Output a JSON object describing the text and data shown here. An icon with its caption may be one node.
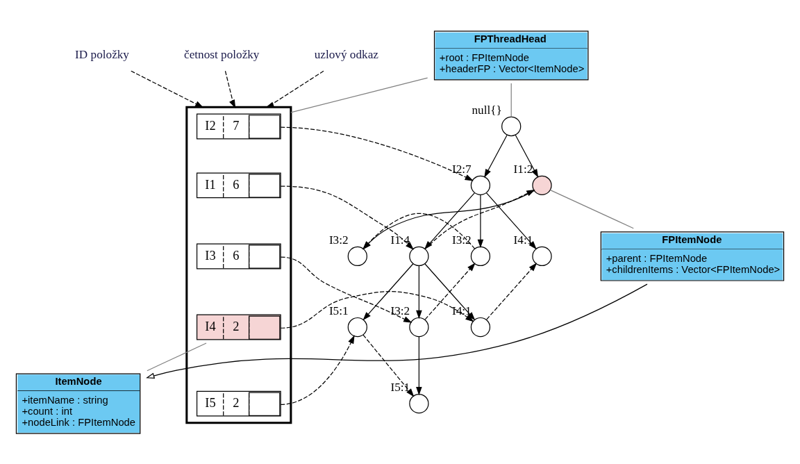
{
  "diagram": {
    "nodes": [
      {
        "text": [
          "FPThreadHead",
          "+root : FPItemNode",
          "+headerFP : Vector<ItemNode>"
        ]
      },
      {
        "text": [],
        "shape": "box"
      },
      {
        "text": [
          "I2",
          "7"
        ],
        "in": 1
      },
      {
        "text": [
          "I1",
          "6"
        ],
        "in": 1
      },
      {
        "text": [
          "I3",
          "6"
        ],
        "in": 1
      },
      {
        "text": [
          "I4",
          "2"
        ],
        "in": 1
      },
      {
        "text": [
          "I5",
          "2"
        ],
        "in": 1
      },
      {
        "text": [],
        "shape": "circle",
        "beside": [
          "null{}"
        ]
      },
      {
        "text": [],
        "shape": "circle",
        "beside": [
          "I2:7"
        ]
      },
      {
        "text": [],
        "shape": "circle",
        "beside": [
          "I1:2"
        ]
      },
      {
        "text": [],
        "shape": "circle",
        "beside": [
          "I1:4"
        ]
      },
      {
        "text": [],
        "shape": "circle",
        "beside": [
          "I3:2"
        ]
      },
      {
        "text": [],
        "shape": "circle",
        "beside": [
          "I4:1"
        ]
      },
      {
        "text": [],
        "shape": "circle",
        "beside": [
          "I3:2"
        ]
      },
      {
        "text": [],
        "shape": "circle",
        "beside": [
          "I5:1"
        ]
      },
      {
        "text": [],
        "shape": "circle",
        "beside": [
          "I3:2"
        ]
      },
      {
        "text": [],
        "shape": "circle",
        "beside": [
          "I4:1"
        ]
      },
      {
        "text": [],
        "shape": "circle",
        "beside": [
          "I5:1"
        ]
      },
      {
        "text": [
          "FPItemNode",
          "+parent : FPItemNode",
          "+childrenItems : Vector<FPItemNode>"
        ]
      },
      {
        "text": [
          "ItemNode",
          "+itemName : string",
          "+count : int",
          "+nodeLink : FPItemNode"
        ]
      },
      {
        "text": [
          "ID položky"
        ]
      },
      {
        "text": [
          "četnost položky"
        ]
      },
      {
        "text": [
          "uzlový odkaz"
        ]
      }
    ],
    "edges": [
      {
        "from": 0,
        "to": 1,
        "arrow": "none",
        "color": "#808080"
      },
      {
        "from": 0,
        "to": 7,
        "arrow": "none",
        "color": "#808080"
      },
      {
        "from": 7,
        "to": 8,
        "arrow": "to"
      },
      {
        "from": 7,
        "to": 9,
        "arrow": "to"
      },
      {
        "from": 8,
        "to": 10,
        "arrow": "to"
      },
      {
        "from": 8,
        "to": 11,
        "arrow": "to"
      },
      {
        "from": 8,
        "to": 12,
        "arrow": "to"
      },
      {
        "from": 9,
        "to": 13,
        "arrow": "to"
      },
      {
        "from": 10,
        "to": 14,
        "arrow": "to"
      },
      {
        "from": 10,
        "to": 15,
        "arrow": "to"
      },
      {
        "from": 10,
        "to": 16,
        "arrow": "to"
      },
      {
        "from": 15,
        "to": 17,
        "arrow": "to"
      },
      {
        "from": 2,
        "to": 8,
        "arrow": "to",
        "style": "dashed"
      },
      {
        "from": 3,
        "to": 10,
        "arrow": "to",
        "style": "dashed"
      },
      {
        "from": 10,
        "to": 9,
        "arrow": "to",
        "style": "dashed"
      },
      {
        "from": 4,
        "to": 15,
        "arrow": "to",
        "style": "dashed"
      },
      {
        "from": 15,
        "to": 11,
        "arrow": "to",
        "style": "dashed"
      },
      {
        "from": 11,
        "to": 13,
        "arrow": "to",
        "style": "dashed"
      },
      {
        "from": 5,
        "to": 16,
        "arrow": "to",
        "style": "dashed"
      },
      {
        "from": 16,
        "to": 12,
        "arrow": "to",
        "style": "dashed"
      },
      {
        "from": 6,
        "to": 14,
        "arrow": "to",
        "style": "dashed"
      },
      {
        "from": 14,
        "to": 17,
        "arrow": "to",
        "style": "dashed"
      },
      {
        "from": 19,
        "to": 5,
        "arrow": "none",
        "color": "#808080"
      },
      {
        "from": 18,
        "to": 9,
        "arrow": "none",
        "color": "#808080"
      },
      {
        "from": 18,
        "to": 19,
        "arrow": "to"
      },
      {
        "from": 20,
        "to": 1,
        "arrow": "to",
        "style": "dashed"
      },
      {
        "from": 21,
        "to": 1,
        "arrow": "to",
        "style": "dashed"
      },
      {
        "from": 22,
        "to": 1,
        "arrow": "to",
        "style": "dashed"
      }
    ]
  }
}
